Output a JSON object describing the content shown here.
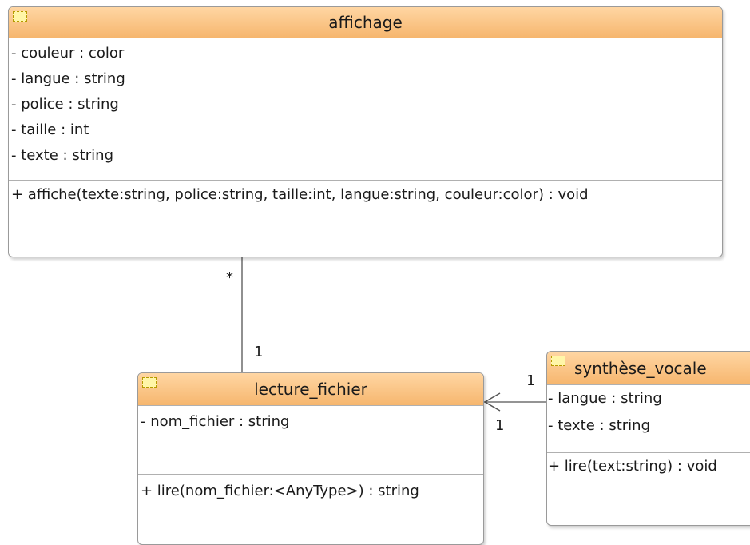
{
  "classes": {
    "affichage": {
      "name": "affichage",
      "attributes": [
        "- couleur : color",
        "- langue : string",
        "- police : string",
        "- taille : int",
        "- texte : string"
      ],
      "operations": [
        "+ affiche(texte:string, police:string, taille:int, langue:string, couleur:color) : void"
      ]
    },
    "lecture_fichier": {
      "name": "lecture_fichier",
      "attributes": [
        "- nom_fichier : string"
      ],
      "operations": [
        "+ lire(nom_fichier:<AnyType>) : string"
      ]
    },
    "synthese_vocale": {
      "name": "synthèse_vocale",
      "attributes": [
        "- langue : string",
        "- texte : string"
      ],
      "operations": [
        "+ lire(text:string) : void"
      ]
    }
  },
  "associations": {
    "affichage_lecture": {
      "end_affichage": "*",
      "end_lecture": "1"
    },
    "lecture_synthese": {
      "end_lecture": "1",
      "end_synthese": "1"
    }
  },
  "colors": {
    "header_top": "#ffd6a3",
    "header_bottom": "#f6b66e",
    "border": "#9a9a9a",
    "line": "#555555"
  },
  "icons": {
    "class_icon": "class-stereotype-icon"
  }
}
